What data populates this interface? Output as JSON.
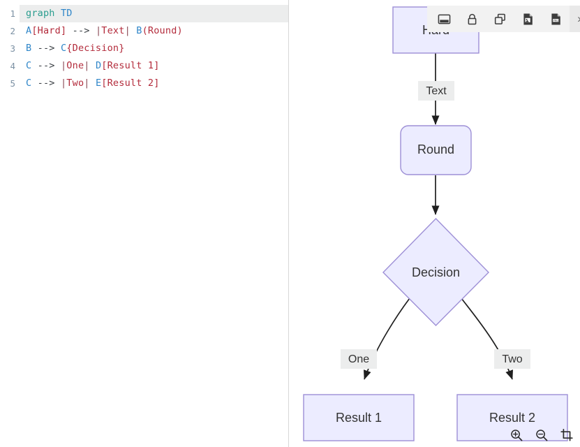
{
  "editor": {
    "name": "mermaid-code-editor",
    "active_line": 1,
    "lines": [
      {
        "number": "1",
        "tokens": [
          {
            "t": "graph",
            "c": "kw"
          },
          {
            "t": " ",
            "c": "op"
          },
          {
            "t": "TD",
            "c": "id"
          }
        ]
      },
      {
        "number": "2",
        "tokens": [
          {
            "t": "A",
            "c": "id"
          },
          {
            "t": "[Hard]",
            "c": "str"
          },
          {
            "t": " --> ",
            "c": "op"
          },
          {
            "t": "|",
            "c": "pipe"
          },
          {
            "t": "Text",
            "c": "str"
          },
          {
            "t": "|",
            "c": "pipe"
          },
          {
            "t": " ",
            "c": "op"
          },
          {
            "t": "B",
            "c": "id"
          },
          {
            "t": "(Round)",
            "c": "str"
          }
        ]
      },
      {
        "number": "3",
        "tokens": [
          {
            "t": "B",
            "c": "id"
          },
          {
            "t": " --> ",
            "c": "op"
          },
          {
            "t": "C",
            "c": "id"
          },
          {
            "t": "{Decision}",
            "c": "str"
          }
        ]
      },
      {
        "number": "4",
        "tokens": [
          {
            "t": "C",
            "c": "id"
          },
          {
            "t": " --> ",
            "c": "op"
          },
          {
            "t": "|",
            "c": "pipe"
          },
          {
            "t": "One",
            "c": "str"
          },
          {
            "t": "|",
            "c": "pipe"
          },
          {
            "t": " ",
            "c": "op"
          },
          {
            "t": "D",
            "c": "id"
          },
          {
            "t": "[Result 1]",
            "c": "str"
          }
        ]
      },
      {
        "number": "5",
        "tokens": [
          {
            "t": "C",
            "c": "id"
          },
          {
            "t": " --> ",
            "c": "op"
          },
          {
            "t": "|",
            "c": "pipe"
          },
          {
            "t": "Two",
            "c": "str"
          },
          {
            "t": "|",
            "c": "pipe"
          },
          {
            "t": " ",
            "c": "op"
          },
          {
            "t": "E",
            "c": "id"
          },
          {
            "t": "[Result 2]",
            "c": "str"
          }
        ]
      }
    ]
  },
  "toolbar": {
    "buttons": [
      {
        "icon": "fit-to-screen-icon",
        "label": "Fit to screen"
      },
      {
        "icon": "lock-icon",
        "label": "Lock"
      },
      {
        "icon": "copy-icon",
        "label": "Copy"
      },
      {
        "icon": "image-file-icon",
        "label": "Export image"
      },
      {
        "icon": "png-file-icon",
        "label": "Export PNG"
      }
    ],
    "more_label": "»",
    "more_name": "more-options-icon"
  },
  "zoom_controls": {
    "buttons": [
      {
        "icon": "zoom-in-icon",
        "label": "Zoom in"
      },
      {
        "icon": "zoom-out-icon",
        "label": "Zoom out"
      },
      {
        "icon": "reset-view-icon",
        "label": "Reset view"
      }
    ]
  },
  "diagram": {
    "type": "flowchart",
    "direction": "TD",
    "colors": {
      "node_fill": "#ececff",
      "node_stroke": "#9d8fd6",
      "edge_stroke": "#1f1f1f",
      "label_bg": "#eceded",
      "text": "#333333"
    },
    "nodes": [
      {
        "id": "A",
        "label": "Hard",
        "shape": "rect"
      },
      {
        "id": "B",
        "label": "Round",
        "shape": "round-rect"
      },
      {
        "id": "C",
        "label": "Decision",
        "shape": "diamond"
      },
      {
        "id": "D",
        "label": "Result 1",
        "shape": "rect"
      },
      {
        "id": "E",
        "label": "Result 2",
        "shape": "rect"
      }
    ],
    "edges": [
      {
        "from": "A",
        "to": "B",
        "label": "Text"
      },
      {
        "from": "B",
        "to": "C",
        "label": ""
      },
      {
        "from": "C",
        "to": "D",
        "label": "One"
      },
      {
        "from": "C",
        "to": "E",
        "label": "Two"
      }
    ]
  }
}
